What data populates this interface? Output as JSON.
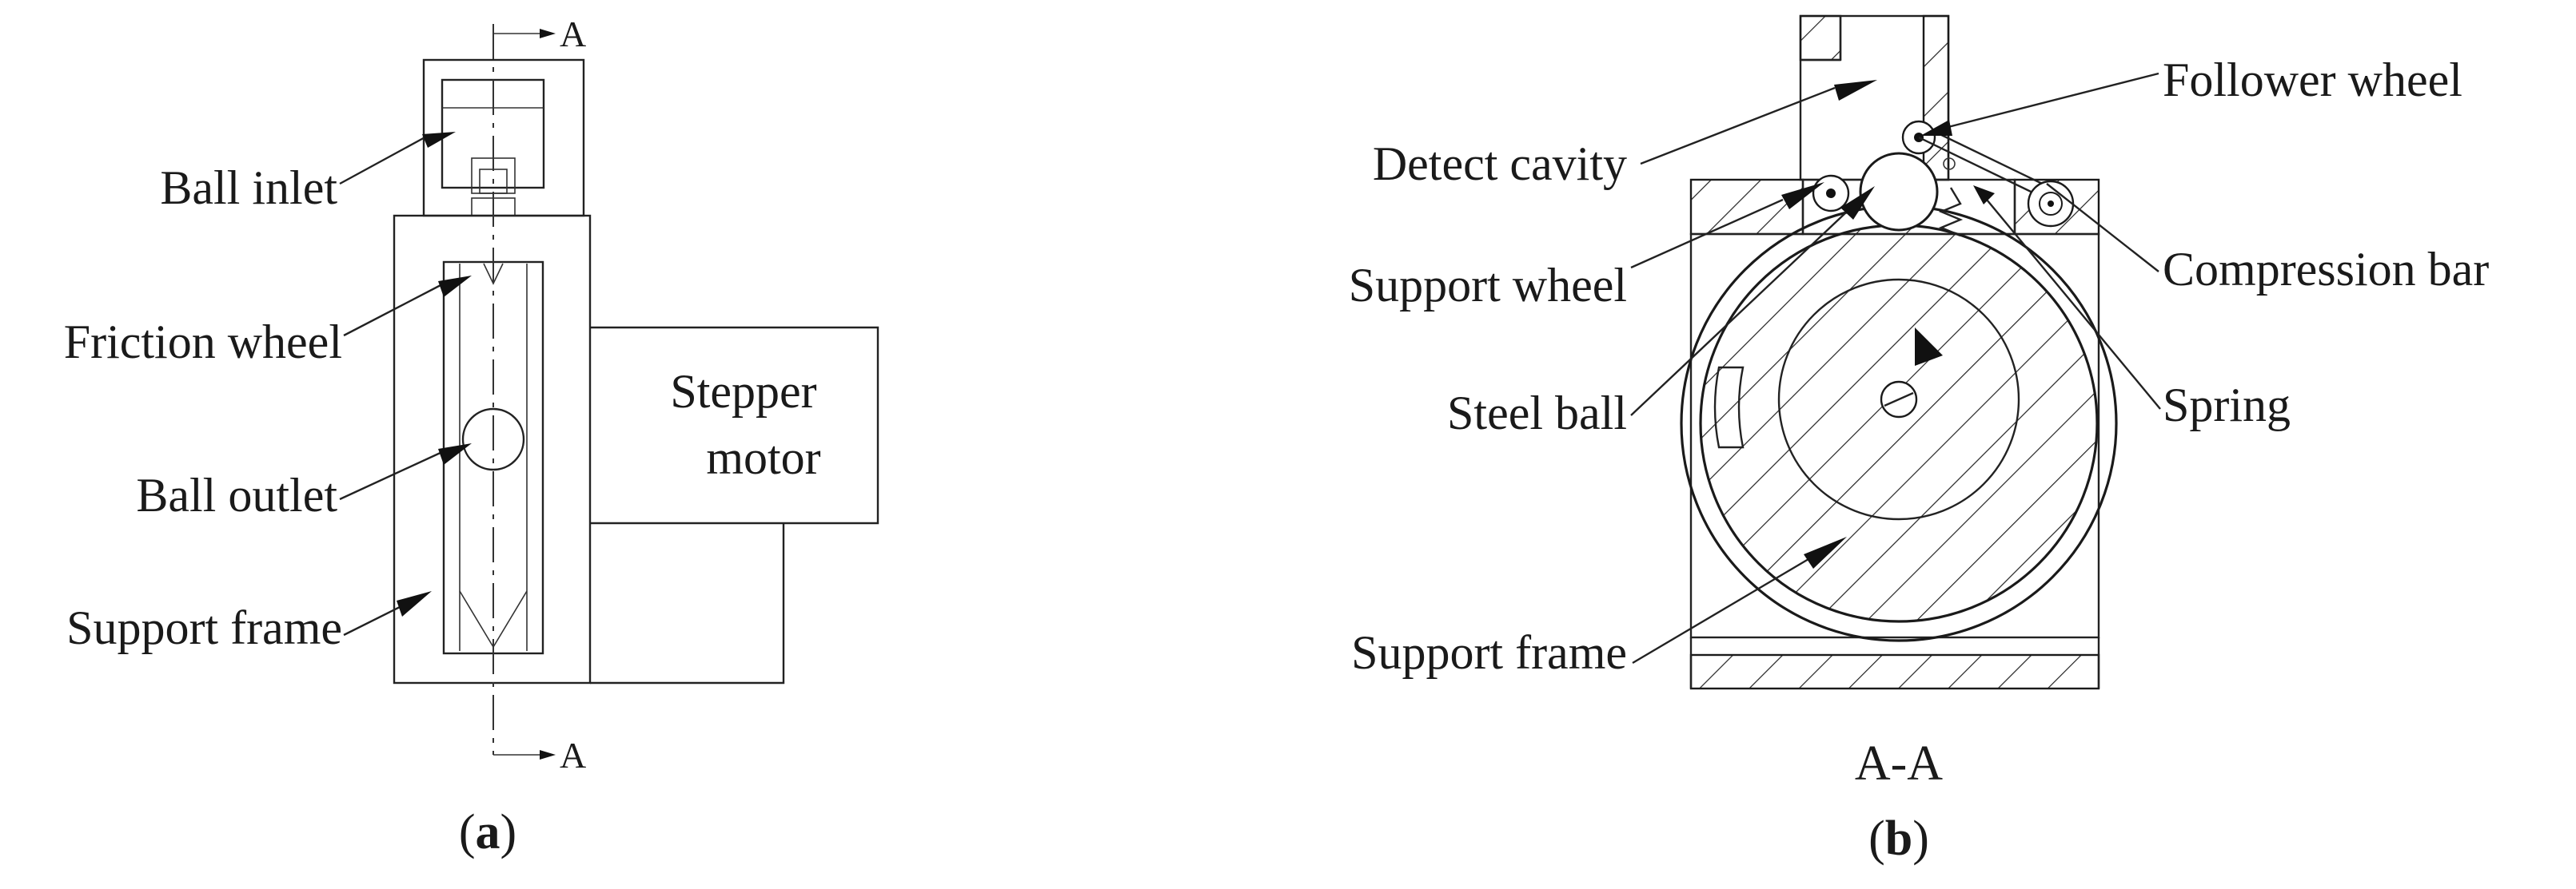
{
  "figure_a": {
    "labels": {
      "ball_inlet": "Ball inlet",
      "friction_wheel": "Friction wheel",
      "ball_outlet": "Ball outlet",
      "support_frame": "Support frame",
      "stepper_line1": "Stepper",
      "stepper_line2": "motor"
    },
    "section_mark_top": "A",
    "section_mark_bottom": "A",
    "caption_open": "(",
    "caption_letter": "a",
    "caption_close": ")"
  },
  "figure_b": {
    "labels": {
      "detect_cavity": "Detect cavity",
      "support_wheel": "Support wheel",
      "steel_ball": "Steel ball",
      "support_frame": "Support frame",
      "follower_wheel": "Follower wheel",
      "compression_bar": "Compression bar",
      "spring": "Spring"
    },
    "section_title": "A-A",
    "caption_open": "(",
    "caption_letter": "b",
    "caption_close": ")"
  }
}
